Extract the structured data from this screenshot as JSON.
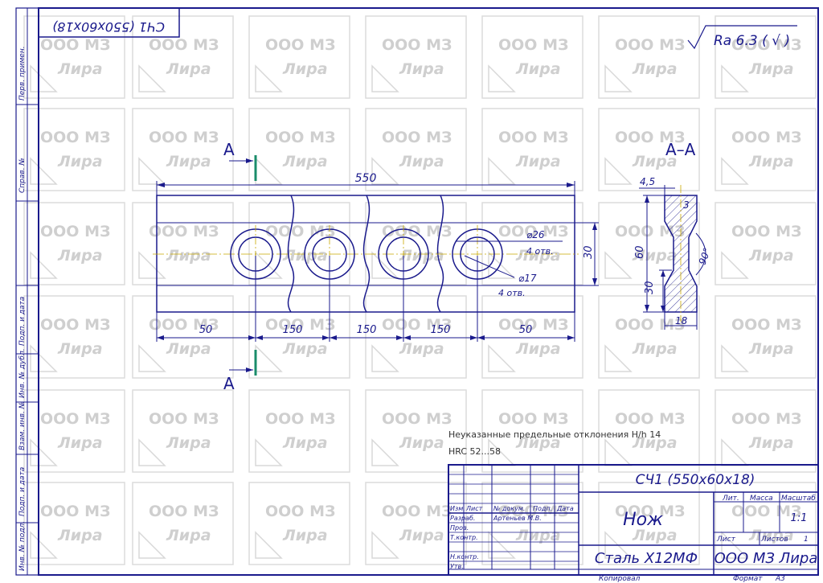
{
  "stamp_top": "СЧ1 (550х60х18)",
  "roughness": "Ra 6.3 ( √ )",
  "watermark": {
    "line1": "ООО МЗ",
    "line2": "Лира"
  },
  "left_strip": {
    "perv_primen": "Перв. примен.",
    "sprav_no": "Справ. №",
    "podp_data1": "Подп. и дата",
    "inv_dubl": "Инв. № дубл.",
    "vzam_inv": "Взам. инв. №",
    "podp_data2": "Подп. и дата",
    "inv_podl": "Инв. № подл."
  },
  "drawing": {
    "section_mark": "А",
    "section_title": "А–А",
    "dim_total": "550",
    "dim_seg_first": "50",
    "dim_seg_mid1": "150",
    "dim_seg_mid2": "150",
    "dim_seg_mid3": "150",
    "dim_seg_last": "50",
    "dim_height": "30",
    "hole_outer": "⌀26",
    "hole_outer_count": "4 отв.",
    "hole_inner": "⌀17",
    "hole_inner_count": "4 отв.",
    "sec_45": "4,5",
    "sec_3": "3",
    "sec_60": "60",
    "sec_30": "30",
    "sec_90": "90°",
    "sec_18": "18"
  },
  "notes": {
    "line1": "Неуказанные предельные отклонения H/h 14",
    "line2": "HRC 52...58"
  },
  "title_block": {
    "designation": "СЧ1 (550х60х18)",
    "name": "Нож",
    "material": "Сталь Х12МФ",
    "company": "ООО МЗ Лира",
    "lit": "Лит.",
    "massa": "Масса",
    "masshtab": "Масштаб",
    "scale_value": "1:1",
    "list": "Лист",
    "listov": "Листов",
    "listov_value": "1",
    "izm": "Изм.",
    "list_col": "Лист",
    "doc_no": "№ докум.",
    "podp": "Подп.",
    "data": "Дата",
    "razrab": "Разраб.",
    "razrab_name": "Артеньев М.В.",
    "prov": "Пров.",
    "tkontr": "Т.контр.",
    "nkontr": "Н.контр.",
    "utv": "Утв.",
    "kopiroval": "Копировал",
    "format": "Формат",
    "format_value": "А3"
  }
}
